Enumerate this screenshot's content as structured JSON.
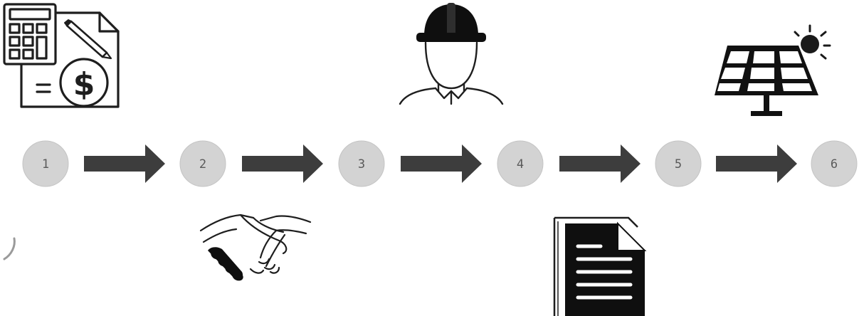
{
  "diagram": {
    "steps": [
      {
        "number": "1",
        "icon": "calculator-dollar-icon"
      },
      {
        "number": "2",
        "icon": "handshake-icon"
      },
      {
        "number": "3",
        "icon": "engineer-hardhat-icon"
      },
      {
        "number": "4",
        "icon": "document-icon"
      },
      {
        "number": "5",
        "icon": "solar-panel-icon"
      },
      {
        "number": "6",
        "icon": ""
      }
    ],
    "colors": {
      "circle_fill": "#d3d3d3",
      "circle_stroke": "#c4c4c4",
      "arrow_fill": "#3d3d3d",
      "icon_stroke": "#1e1e1e",
      "icon_fill": "#0f0f0f",
      "label": "#5a5a5a"
    }
  }
}
